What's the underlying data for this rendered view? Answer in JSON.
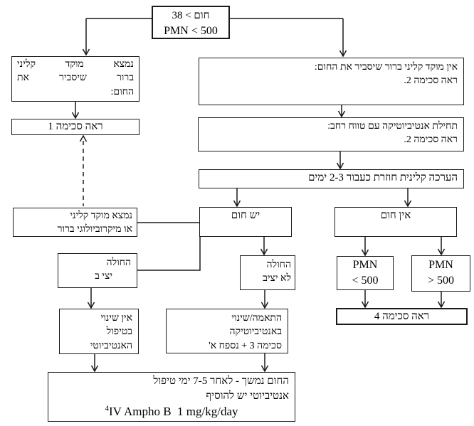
{
  "diagram": {
    "language": "he",
    "direction": "rtl",
    "colors": {
      "line": "#1a1a1a",
      "box_background": "#ffffff",
      "text": "#000000"
    },
    "nodes": {
      "start": {
        "lines": [
          "חום > 38",
          "PMN < 500"
        ]
      },
      "clinical_focus_found": {
        "lines": [
          "נמצא מוקד קליני",
          "ברור שיסביר את",
          "החום:"
        ]
      },
      "see_scheme_1": {
        "lines": [
          "ראה סכימה 1"
        ]
      },
      "no_clinical_focus": {
        "lines": [
          "אין מוקד קליני ברור שיסביר את החום:",
          "ראה סכימה 2."
        ]
      },
      "start_broad_antibiotics": {
        "lines": [
          "תחילת אנטיביוטיקה עם טווח רחב:",
          "ראה סכימה 2."
        ]
      },
      "clinical_reassessment": {
        "lines": [
          "הערכה קלינית חוזרת כעבור 2-3 ימים"
        ]
      },
      "fever_present": {
        "lines": [
          "יש חום"
        ]
      },
      "no_fever": {
        "lines": [
          "אין חום"
        ]
      },
      "focus_found_clinical_or_micro": {
        "lines": [
          "נמצא מוקד קליני",
          "או מיקרוביולוגי ברור"
        ]
      },
      "patient_stable": {
        "lines": [
          "החולה",
          "יצי ב"
        ]
      },
      "patient_unstable": {
        "lines": [
          "החולה",
          "לא יציב"
        ]
      },
      "no_antibiotic_change": {
        "lines": [
          "אין שינוי",
          "בטיפול",
          "האנטיביוטי"
        ]
      },
      "adjust_antibiotics": {
        "lines": [
          "התאמה/שינוי",
          "באנטיביוטיקה",
          "סכימה 3 + נספח א'"
        ]
      },
      "pmn_under_500": {
        "lines": [
          "PMN",
          "< 500"
        ]
      },
      "pmn_over_500": {
        "lines": [
          "PMN",
          "> 500"
        ]
      },
      "see_scheme_4": {
        "lines": [
          "ראה סכימה 4"
        ]
      },
      "persistent_fever": {
        "lines": [
          "החום נמשך - לאחר 7-5 ימי טיפול",
          "אנטיביוטי יש להוסיף"
        ],
        "footnote_mark": "4",
        "drug_line": "IV Ampho B  1 mg/kg/day"
      }
    }
  }
}
